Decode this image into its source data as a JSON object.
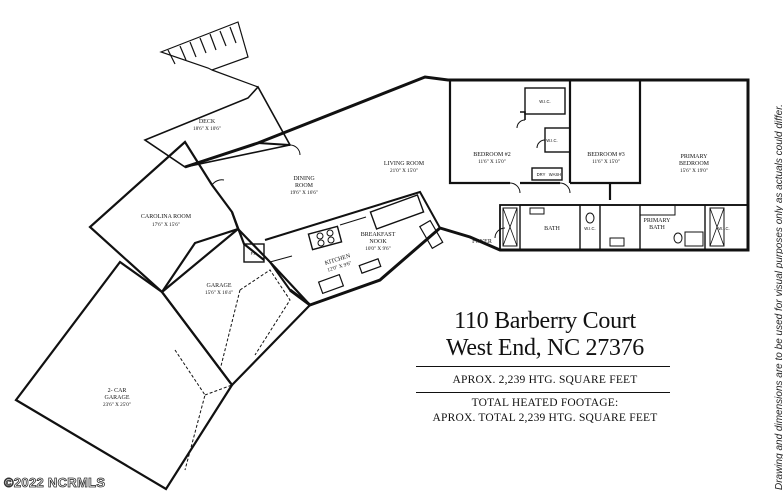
{
  "rooms": {
    "deck": {
      "name": "DECK",
      "dims": "18'6\" X 10'6\""
    },
    "living": {
      "name": "LIVING ROOM",
      "dims": "21'0\" X 15'0\""
    },
    "bedroom2": {
      "name": "BEDROOM #2",
      "dims": "11'6\" X 15'0\""
    },
    "bedroom3": {
      "name": "BEDROOM #3",
      "dims": "11'6\" X 15'0\""
    },
    "primary_bedroom": {
      "line1": "PRIMARY",
      "line2": "BEDROOM",
      "dims": "15'6\" X 19'0\""
    },
    "dining": {
      "line1": "DINING",
      "line2": "ROOM",
      "dims": "19'6\" X 16'6\""
    },
    "carolina": {
      "name": "CAROLINA ROOM",
      "dims": "17'6\" X 15'6\""
    },
    "kitchen": {
      "name": "KITCHEN",
      "dims": "12'0\" X 9'6\""
    },
    "breakfast": {
      "line1": "BREAKFAST",
      "line2": "NOOK",
      "dims": "10'0\" X 9'6\""
    },
    "garage": {
      "name": "GARAGE",
      "dims": "15'6\" X 16'4\""
    },
    "two_car": {
      "line1": "2- CAR",
      "line2": "GARAGE",
      "dims": "23'6\" X 25'0\""
    },
    "foyer": {
      "name": "FOYER"
    },
    "bath": {
      "name": "BATH"
    },
    "primary_bath": {
      "line1": "PRIMARY",
      "line2": "BATH"
    },
    "wic": {
      "name": "W.I.C."
    },
    "fp": {
      "name": "F.P."
    },
    "dry": {
      "name": "DRY"
    },
    "wash": {
      "name": "WASH"
    }
  },
  "info": {
    "address_line1": "110 Barberry Court",
    "address_line2": "West End, NC 27376",
    "sqft_line": "APROX. 2,239 HTG. SQUARE FEET",
    "total_label": "TOTAL HEATED FOOTAGE:",
    "total_line": "APROX. TOTAL 2,239 HTG. SQUARE FEET"
  },
  "disclaimer": "Drawing and dimensions are to be used for visual purposes only as actuals could differ.",
  "copyright": "©2022 NCRMLS"
}
